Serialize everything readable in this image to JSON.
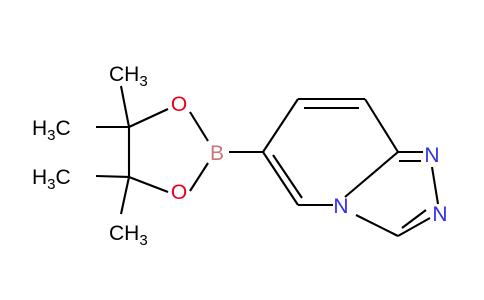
{
  "atom_labels": {
    "methyl_top_right": {
      "main": "CH",
      "sub": "3"
    },
    "methyl_upper_left": {
      "pre": "H",
      "sub": "3",
      "post": "C"
    },
    "methyl_lower_left": {
      "pre": "H",
      "sub": "3",
      "post": "C"
    },
    "methyl_bottom_right": {
      "main": "CH",
      "sub": "3"
    },
    "oxygen_top": "O",
    "oxygen_bottom": "O",
    "boron": "B",
    "nitrogen_bridgehead": "N",
    "nitrogen_right_upper": "N",
    "nitrogen_right_lower": "N"
  },
  "colors": {
    "carbon_bonds": "#000000",
    "oxygen": "#E8001C",
    "nitrogen": "#2F2FE8",
    "boron": "#C87878"
  }
}
